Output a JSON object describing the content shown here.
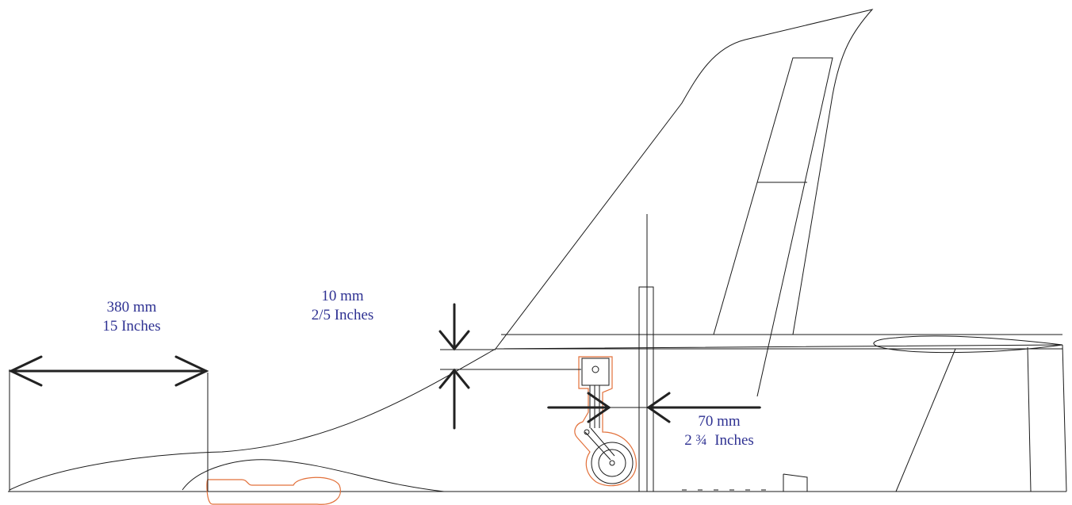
{
  "colors": {
    "dimension_text": "#2e3192",
    "outline": "#1a1a1a",
    "arrows": "#222222",
    "landing_gear_highlight": "#e2703a",
    "background": "#ffffff"
  },
  "dimensions": {
    "nose_length": {
      "metric": "380 mm",
      "imperial": "15 Inches"
    },
    "fuselage_offset": {
      "metric": "10 mm",
      "imperial": "2/5 Inches"
    },
    "gear_offset": {
      "metric": "70 mm",
      "imperial": "2 ¾  Inches"
    }
  }
}
